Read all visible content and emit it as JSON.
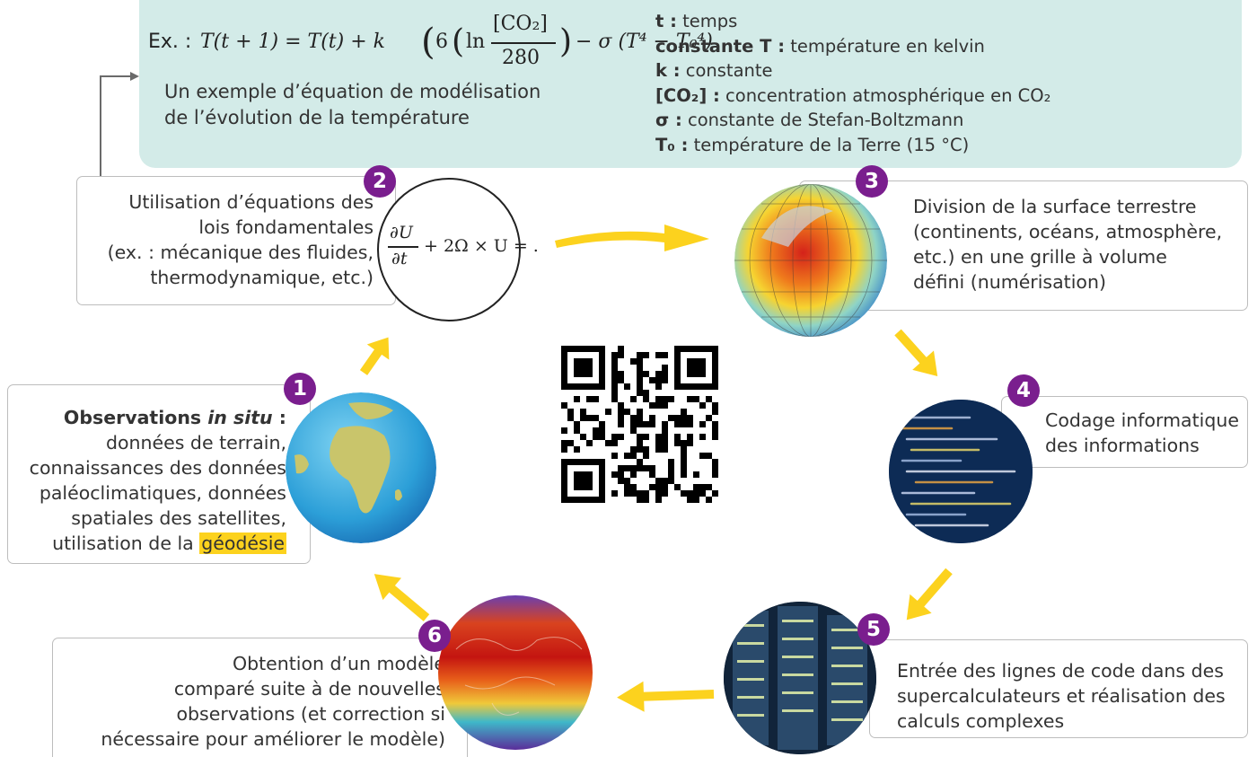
{
  "equation_panel": {
    "formula": {
      "prefix": "Ex. :",
      "lhs": "T(t + 1) = T(t) + k",
      "six": "6",
      "ln": "ln",
      "numerator": "[CO₂]",
      "denominator": "280",
      "tail": "− σ (T⁴ − T₀⁴)"
    },
    "caption_line1": "Un exemple d’équation de modélisation",
    "caption_line2": "de l’évolution de la température",
    "legend": [
      {
        "term": "t :",
        "desc": " temps"
      },
      {
        "term": "constante T :",
        "desc": " température en kelvin"
      },
      {
        "term": "k :",
        "desc": " constante"
      },
      {
        "term": "[CO₂] :",
        "desc": " concentration atmosphérique en CO₂"
      },
      {
        "term": "σ :",
        "desc": " constante de Stefan-Boltzmann"
      },
      {
        "term": "T₀ :",
        "desc": " température de la Terre (15 °C)"
      }
    ]
  },
  "steps": [
    {
      "number": "1",
      "lines": [
        "données de terrain,",
        "connaissances des données",
        "paléoclimatiques, données",
        "spatiales des satellites,"
      ],
      "title_bold": "Observations ",
      "title_italic": "in situ",
      "title_colon": " :",
      "last_prefix": "utilisation de la ",
      "highlight": "géodésie"
    },
    {
      "number": "2",
      "lines": [
        "Utilisation d’équations des",
        "lois fondamentales",
        "(ex. : mécanique des fluides,",
        "thermodynamique, etc.)"
      ]
    },
    {
      "number": "3",
      "lines": [
        "Division de la surface terrestre",
        "(continents, océans, atmosphère,",
        "etc.) en une grille à volume",
        "défini (numérisation)"
      ]
    },
    {
      "number": "4",
      "lines": [
        "Codage informatique",
        "des informations"
      ]
    },
    {
      "number": "5",
      "lines": [
        "Entrée des lignes de code dans des",
        "supercalculateurs et réalisation des",
        "calculs complexes"
      ]
    },
    {
      "number": "6",
      "lines": [
        "Obtention d’un modèle",
        "comparé suite à de nouvelles",
        "observations (et correction si",
        "nécessaire pour améliorer le modèle)"
      ]
    }
  ],
  "pde": {
    "numerator": "∂U",
    "denominator": "∂t",
    "rest": "+ 2Ω × U = ."
  },
  "colors": {
    "panel": "#d3ebe8",
    "badge": "#7a1e8e",
    "arrow": "#fcd21e",
    "border": "#bdbdbd"
  },
  "icons": [
    "earth-globe-icon",
    "grid-globe-icon",
    "code-screen-icon",
    "supercomputer-icon",
    "climate-map-icon",
    "qr-code-icon"
  ]
}
